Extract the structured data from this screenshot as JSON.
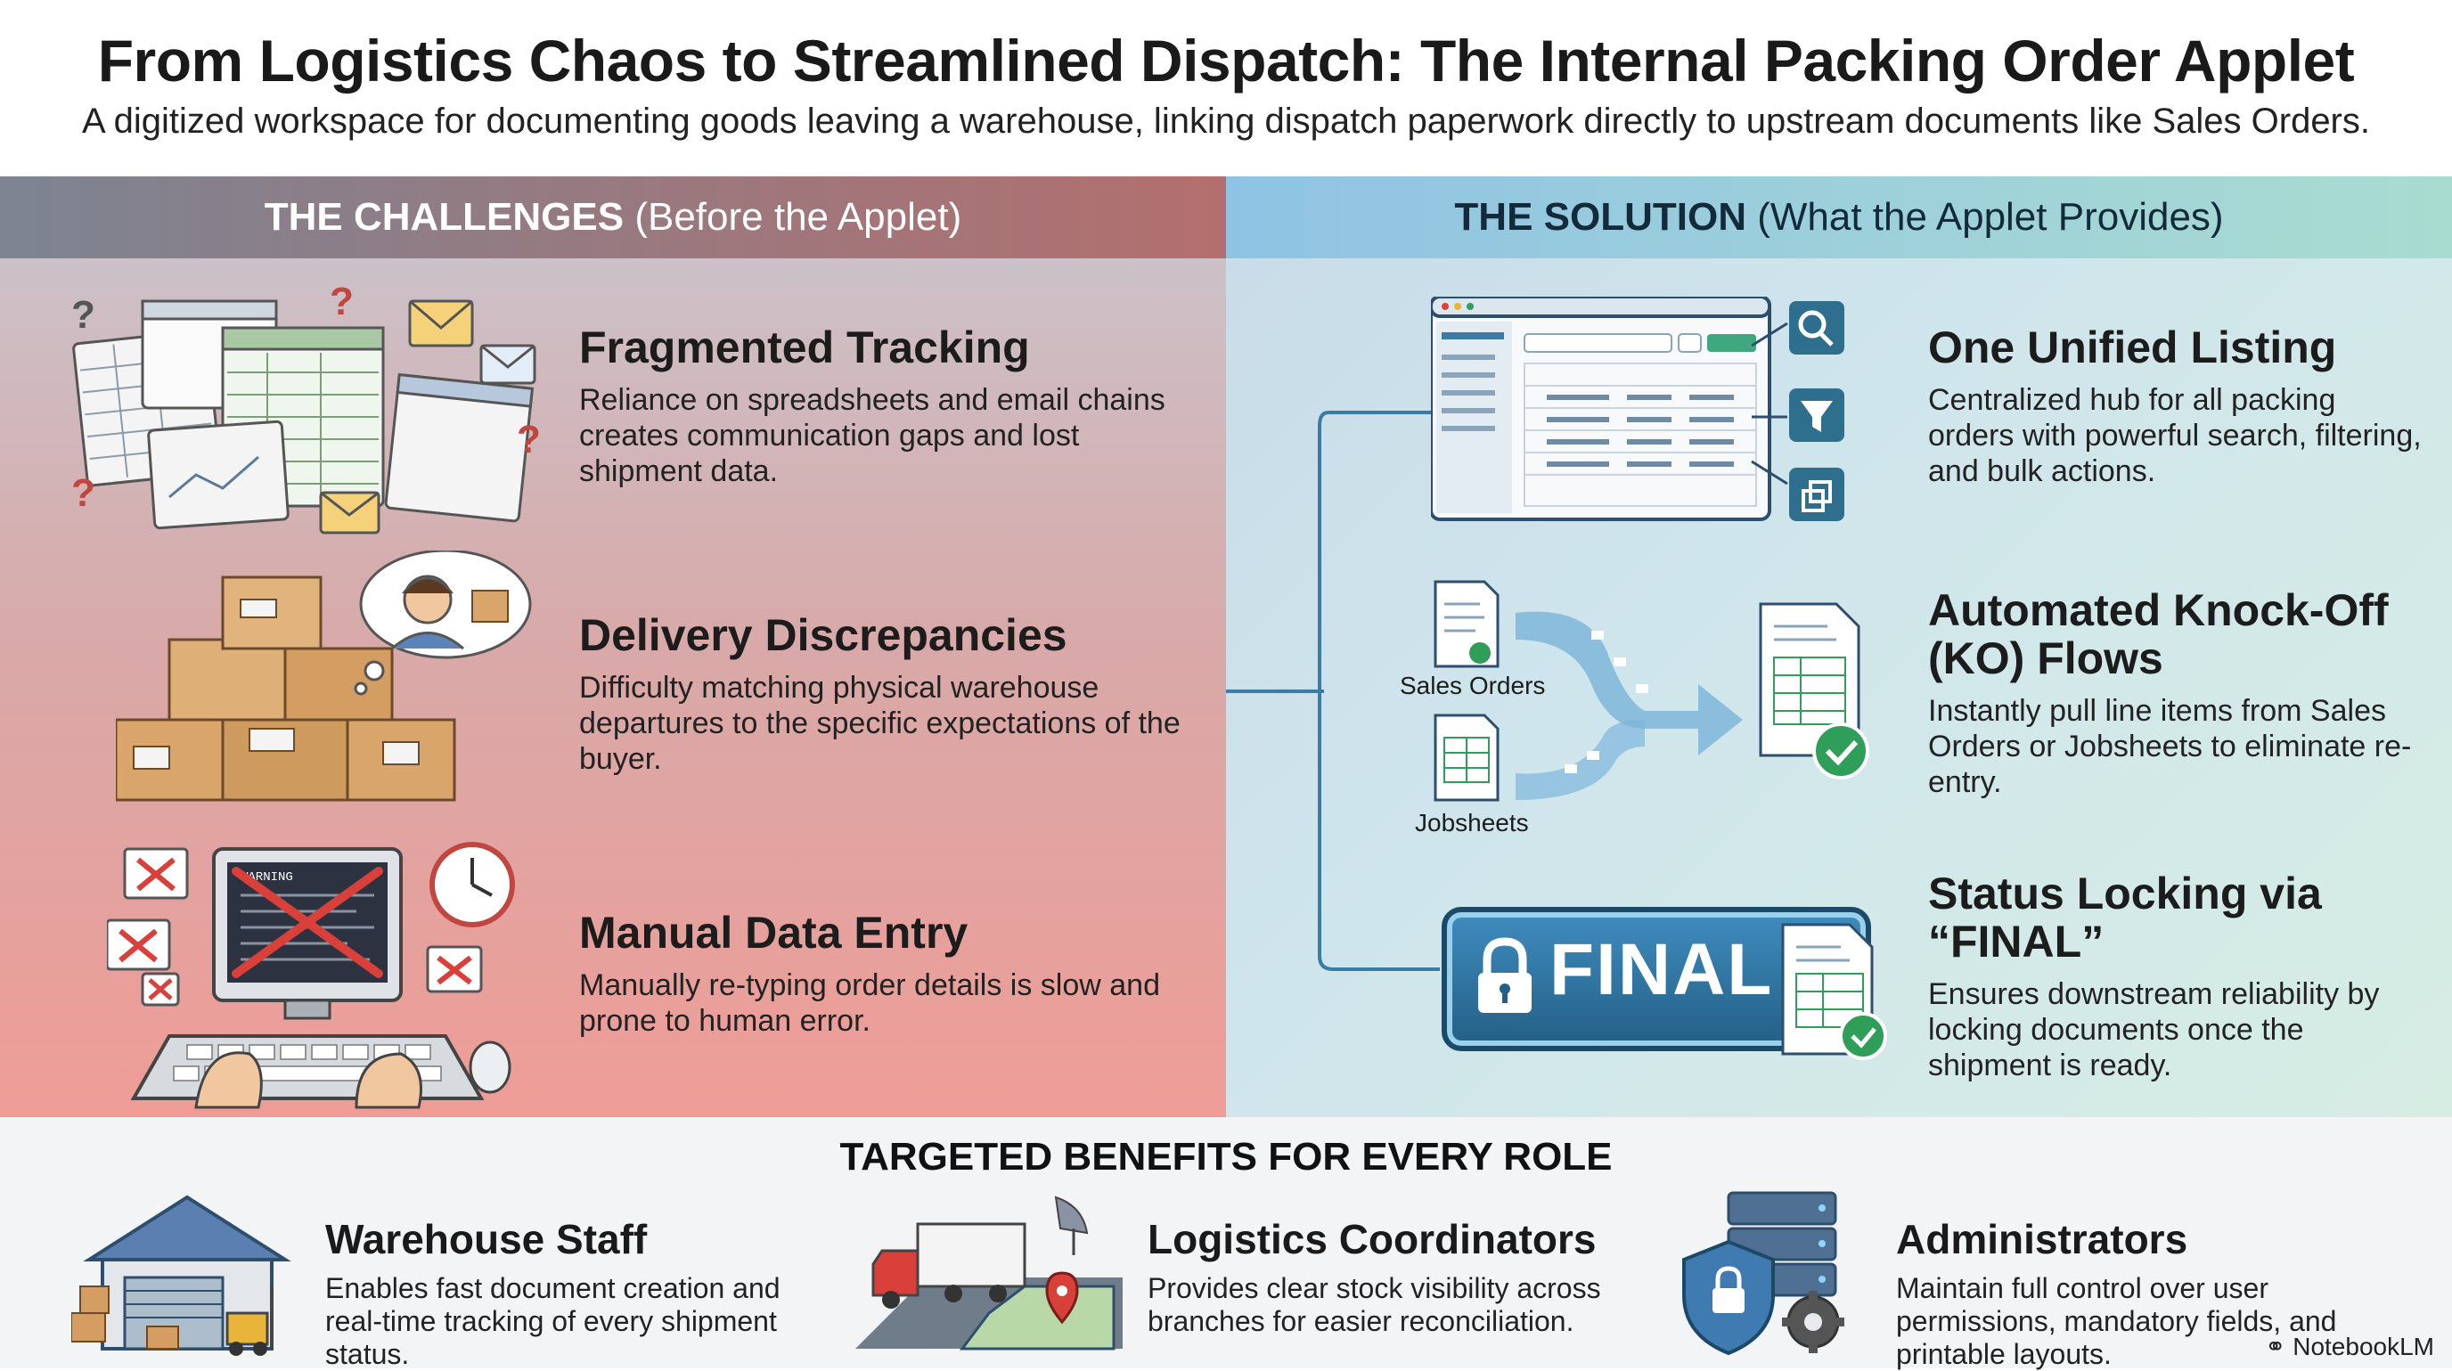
{
  "header": {
    "title": "From Logistics Chaos to Streamlined Dispatch: The Internal Packing Order Applet",
    "subtitle": "A digitized workspace for documenting goods leaving a warehouse, linking dispatch paperwork directly to upstream documents like Sales Orders."
  },
  "challenges": {
    "banner_bold": "THE CHALLENGES",
    "banner_rest": " (Before the Applet)",
    "items": [
      {
        "title": "Fragmented Tracking",
        "desc": "Reliance on spreadsheets and email chains creates communication gaps and lost shipment data."
      },
      {
        "title": "Delivery Discrepancies",
        "desc": "Difficulty matching physical warehouse departures to the specific expectations of the buyer."
      },
      {
        "title": "Manual Data Entry",
        "desc": "Manually re-typing order details is slow and prone to human error."
      }
    ],
    "screen_text": "WARNING"
  },
  "solution": {
    "banner_bold": "THE SOLUTION",
    "banner_rest": " (What the Applet Provides)",
    "items": [
      {
        "title": "One Unified Listing",
        "desc": "Centralized hub for all packing orders with powerful search, filtering, and bulk actions."
      },
      {
        "title": "Automated Knock-Off (KO) Flows",
        "desc": "Instantly pull line items from Sales Orders or Jobsheets to eliminate re-entry."
      },
      {
        "title": "Status Locking via “FINAL”",
        "desc": "Ensures downstream reliability by locking documents once the shipment is ready."
      }
    ],
    "doc_labels": [
      "Sales Orders",
      "Jobsheets"
    ],
    "final_label": "FINAL"
  },
  "benefits": {
    "heading": "TARGETED BENEFITS FOR EVERY ROLE",
    "roles": [
      {
        "title": "Warehouse Staff",
        "desc": "Enables fast document creation and real-time tracking of every shipment status."
      },
      {
        "title": "Logistics Coordinators",
        "desc": "Provides clear stock visibility across branches for easier reconciliation."
      },
      {
        "title": "Administrators",
        "desc": "Maintain full control over user permissions, mandatory fields, and printable layouts."
      }
    ]
  },
  "brand": "NotebookLM",
  "colors": {
    "danger": "#d9403a",
    "accent_blue": "#2f7fb0",
    "teal": "#2e6f8e",
    "success": "#2f9e58"
  }
}
